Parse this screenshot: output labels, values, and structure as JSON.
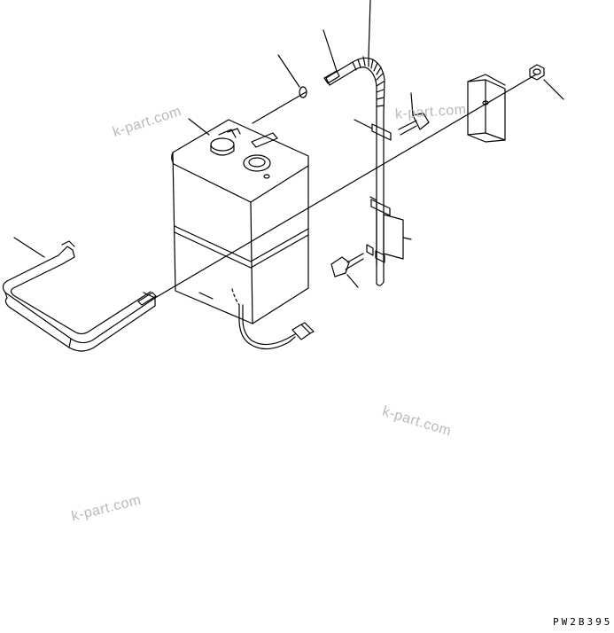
{
  "watermarks": [
    "k-part.com",
    "k-part.com",
    "k-part.com",
    "k-part.com"
  ],
  "drawing_code": "PW2B395",
  "colors": {
    "line": "#000000",
    "watermark": "#b9b9b9",
    "background": "#ffffff"
  }
}
